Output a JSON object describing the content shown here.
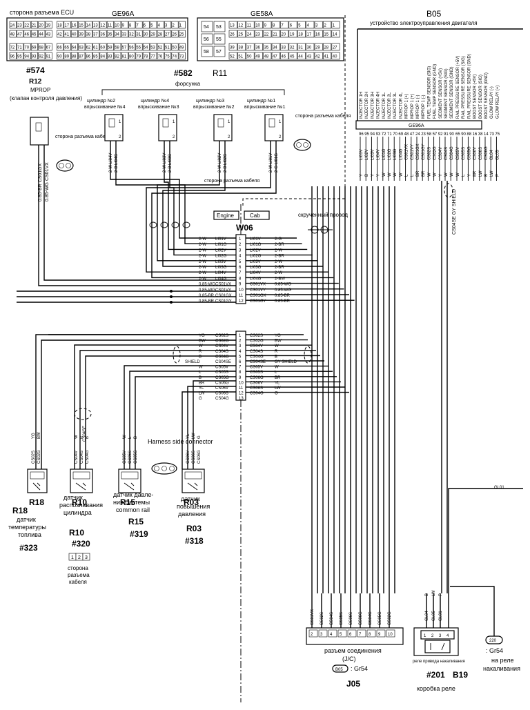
{
  "ecu": {
    "side_label": "сторона разъема ECU",
    "ge96a_label": "GE96A",
    "ge58a_label": "GE58A",
    "ge96a_pins_row1": [
      "24",
      "23",
      "22",
      "21",
      "20",
      "19",
      "18",
      "17",
      "16",
      "15",
      "14",
      "13",
      "12",
      "11",
      "10",
      "9",
      "8",
      "7",
      "6",
      "5",
      "4",
      "3",
      "2",
      "1"
    ],
    "ge96a_pins_row2": [
      "48",
      "47",
      "46",
      "45",
      "44",
      "43",
      "42",
      "41",
      "40",
      "39",
      "38",
      "37",
      "36",
      "35",
      "34",
      "33",
      "32",
      "31",
      "30",
      "29",
      "28",
      "27",
      "26",
      "25"
    ],
    "ge96a_pins_row3": [
      "72",
      "71",
      "70",
      "69",
      "68",
      "67",
      "66",
      "65",
      "64",
      "63",
      "62",
      "61",
      "60",
      "59",
      "58",
      "57",
      "56",
      "55",
      "54",
      "53",
      "52",
      "51",
      "50",
      "49"
    ],
    "ge96a_pins_row4": [
      "96",
      "95",
      "94",
      "93",
      "92",
      "91",
      "90",
      "89",
      "88",
      "87",
      "86",
      "85",
      "84",
      "83",
      "82",
      "81",
      "80",
      "79",
      "78",
      "77",
      "76",
      "75",
      "74",
      "73"
    ],
    "ge58a_small": [
      "54",
      "53",
      "56",
      "55",
      "58",
      "57"
    ],
    "ge58a_row1": [
      "13",
      "12",
      "11",
      "10",
      "9",
      "8",
      "7",
      "6",
      "5",
      "4",
      "3",
      "2",
      "1"
    ],
    "ge58a_row2": [
      "26",
      "25",
      "24",
      "23",
      "22",
      "21",
      "20",
      "19",
      "18",
      "17",
      "16",
      "15",
      "14"
    ],
    "ge58a_row3": [
      "39",
      "38",
      "37",
      "36",
      "35",
      "34",
      "33",
      "32",
      "31",
      "30",
      "29",
      "28",
      "27"
    ],
    "ge58a_row4": [
      "52",
      "51",
      "50",
      "49",
      "48",
      "47",
      "46",
      "45",
      "44",
      "43",
      "42",
      "41",
      "40"
    ]
  },
  "b05": {
    "code": "B05",
    "title": "устройство электроуправления двигателя",
    "connector_label": "GE96A",
    "signals_left": [
      "INJECTOR 1H",
      "INJECTOR 2H",
      "INJECTOR 3H",
      "INJECTOR 4H",
      "INJECTOR 1L",
      "INJECTOR 2L",
      "INJECTOR 3L",
      "INJECTOR 4L",
      "MPROP 1 (+)",
      "MPROP 1 (+)",
      "MPROP 1 (-)",
      "MPROP 1 (-)",
      "FUEL TEMP SENSOR (SIG)",
      "FUEL TEMP SENSOR (GND)",
      "SEGMENT SENSOR (+5V)",
      "SEGMENT SENSOR (SIG)",
      "SEGMENT SENSOR (GND)"
    ],
    "signals_right": [
      "RAIL PRESSURE SENSOR (+5V)",
      "RAIL PRESSURE SENSOR (SIG)",
      "RAIL PRESSURE SENSOR (GND)",
      "BOOST SENSOR (+5V)",
      "BOOST SENSOR (SIG)",
      "BOOST SENSOR (GND)",
      "GLOW RELAY (-)",
      "GLOW RELAY (+)"
    ],
    "pins_left": [
      "96",
      "95",
      "94",
      "93",
      "72",
      "71",
      "70",
      "69",
      "48",
      "47",
      "24",
      "23",
      "58",
      "57",
      "92",
      "91",
      "90"
    ],
    "pins_right": [
      "65",
      "90",
      "88",
      "16",
      "38",
      "14",
      "73",
      "75"
    ],
    "wire_codes_left": [
      "LI01V",
      "LI02V",
      "LI03V",
      "LI04V",
      "LI01G",
      "LI02G",
      "LI03G",
      "LI04G",
      "CS01VX",
      "CS01VY",
      "CS01GX",
      "CS01GY",
      "CS02S",
      "CS02G",
      "CS04V",
      "CS04S",
      "CS04G"
    ],
    "wire_codes_right": [
      "CS05V",
      "CS05S",
      "CS05G",
      "CS06V",
      "CS06S",
      "CS06G",
      "GL04",
      "GL05"
    ],
    "wire_colors_left": [
      "Y",
      "B",
      "Y",
      "Y",
      "W",
      "W",
      "W",
      "W",
      "L",
      "L",
      "BR",
      "BR",
      "W",
      "W",
      "Y",
      "W",
      "W"
    ],
    "wire_colors_right": [
      "W",
      "L",
      "Y",
      "BR",
      "LW",
      "B",
      "LW",
      "P"
    ],
    "shield_label": "CS04SE GY SHIELD"
  },
  "r12": {
    "ref": "#574",
    "code": "R12",
    "name": "MPROP",
    "desc": "(клапан контроля давления)",
    "conn_note": "сторона разъема кабеля",
    "wires": [
      "0.85-BR CS01GX",
      "0.85-WG CS01VX"
    ]
  },
  "r11": {
    "ref": "#582",
    "code": "R11",
    "name": "форсунка",
    "injectors": [
      {
        "title": "цилиндр №2",
        "subtitle": "впрыскивание №4",
        "wires": [
          "2-W LI04V",
          "2-B LI04G"
        ]
      },
      {
        "title": "цилиндр №4",
        "subtitle": "впрыскивание №3",
        "wires": [
          "2-W LI03V",
          "2-B LI03G"
        ]
      },
      {
        "title": "цилиндр №3",
        "subtitle": "впрыскивание №2",
        "wires": [
          "2-W LI02V",
          "2-B LI02G"
        ]
      },
      {
        "title": "цилиндр №1",
        "subtitle": "впрыскивание №1",
        "wires": [
          "2-W LI01V",
          "2-G LI01G"
        ]
      }
    ],
    "conn_note": "сторона разъема кабеля",
    "cable_note": "сторона разъема кабеля"
  },
  "w06": {
    "code": "W06",
    "engine_label": "Engine",
    "cab_label": "Cab",
    "twisted_label": "скрученный провод",
    "upper_left": [
      [
        "2-W",
        "LI01V"
      ],
      [
        "2-W",
        "LI01G"
      ],
      [
        "2-W",
        "LI02V"
      ],
      [
        "2-W",
        "LI02G"
      ],
      [
        "2-W",
        "LI03V"
      ],
      [
        "2-W",
        "LI03G"
      ],
      [
        "2-W",
        "LI04V"
      ],
      [
        "2-W",
        "LI04G"
      ],
      [
        "0.85-WG",
        "CS01VX"
      ],
      [
        "0.85-WG",
        "CS01VY"
      ],
      [
        "0.85-BR",
        "CS01GX"
      ],
      [
        "0.85-BR",
        "CS01GY"
      ]
    ],
    "upper_right": [
      [
        "LI01V",
        "2-G"
      ],
      [
        "LI01G",
        "2-BR"
      ],
      [
        "LI02V",
        "2-W"
      ],
      [
        "LI02G",
        "2-BR"
      ],
      [
        "LI03V",
        "2-W"
      ],
      [
        "LI03G",
        "2-BR"
      ],
      [
        "LI04V",
        "2-W"
      ],
      [
        "LI04G",
        "2-BW"
      ],
      [
        "CS01VX",
        "0.85-WG"
      ],
      [
        "CS01VY",
        "0.85-WG"
      ],
      [
        "CS01GX",
        "0.85-BR"
      ],
      [
        "CS01GY",
        "0.85-BR"
      ]
    ],
    "lower_left": [
      [
        "YG",
        "CS02S"
      ],
      [
        "BW",
        "CS02G"
      ],
      [
        "W",
        "CS04V"
      ],
      [
        "R",
        "CS04S"
      ],
      [
        "B",
        "CS04G"
      ],
      [
        "SHIELD",
        "CS04SE"
      ],
      [
        "W",
        "CS05V"
      ],
      [
        "L",
        "CS05S"
      ],
      [
        "B",
        "CS05G"
      ],
      [
        "BR",
        "CS06G"
      ],
      [
        "YL",
        "CS06V"
      ],
      [
        "LW",
        "CS06S"
      ],
      [
        "G",
        "CS04G"
      ]
    ],
    "lower_right": [
      [
        "CS02S",
        "YG"
      ],
      [
        "CS02G",
        "BW"
      ],
      [
        "CS04V",
        "W"
      ],
      [
        "CS04S",
        "R"
      ],
      [
        "CS04G",
        "B"
      ],
      [
        "CS04SE",
        "GY SHIELD"
      ],
      [
        "CS05V",
        "W"
      ],
      [
        "CS05S",
        "L"
      ],
      [
        "CS06G",
        "BR"
      ],
      [
        "CS06V",
        "YL"
      ],
      [
        "CS06S",
        "LW"
      ],
      [
        "CS04G",
        "G"
      ]
    ]
  },
  "harness_side": "Harness side connector",
  "sensors": [
    {
      "code": "R18",
      "name": "датчик температуры топлива",
      "ref": "#323",
      "wires": [
        "YG",
        "BW"
      ],
      "codes": [
        "CS02S",
        "CS02G"
      ]
    },
    {
      "code": "R10",
      "name": "датчик распознавания цилиндра",
      "ref": "#320",
      "wires": [
        "W",
        "R",
        "B"
      ],
      "codes": [
        "CS04V",
        "CS04S",
        "CS04G"
      ],
      "pins": [
        "1",
        "2",
        "3"
      ],
      "conn_note": "сторона разъема кабеля",
      "shield": "CS04SE"
    },
    {
      "code": "R15",
      "name": "датчик давления системы common rail",
      "ref": "#319",
      "wires": [
        "W",
        "L",
        "B"
      ],
      "codes": [
        "CS05V",
        "CS05S",
        "CS05G"
      ]
    },
    {
      "code": "R03",
      "name": "датчик повышения давления",
      "ref": "#318",
      "wires": [
        "YL",
        "LW",
        "G"
      ],
      "codes": [
        "CS06V",
        "CS06S",
        "CS06G"
      ]
    }
  ],
  "j05": {
    "code": "J05",
    "label": "разъем соединения",
    "sub": "(J/C)",
    "ref_badge": "B05",
    "ref_text": ": Gr54",
    "pins": [
      "2",
      "3",
      "4",
      "5",
      "6",
      "7",
      "8",
      "9",
      "10"
    ],
    "codes": [
      "CS01VX",
      "CS02S",
      "CS04S",
      "CS05S",
      "CS06S",
      "CS06G",
      "CS04G",
      "CS05G",
      "CS02G"
    ]
  },
  "b19": {
    "code": "B19",
    "ref": "#201",
    "name": "коробка реле",
    "relay_label": "реле привода накаливания",
    "pins": [
      "1",
      "2",
      "3",
      "4"
    ],
    "wires": [
      "GL04",
      "GL05",
      "GL01"
    ],
    "colors": [
      "B",
      "LW",
      "P"
    ]
  },
  "glow": {
    "badge": "220",
    "ref": ": Gr54",
    "label": "на реле накаливания",
    "wire": "GL01"
  }
}
